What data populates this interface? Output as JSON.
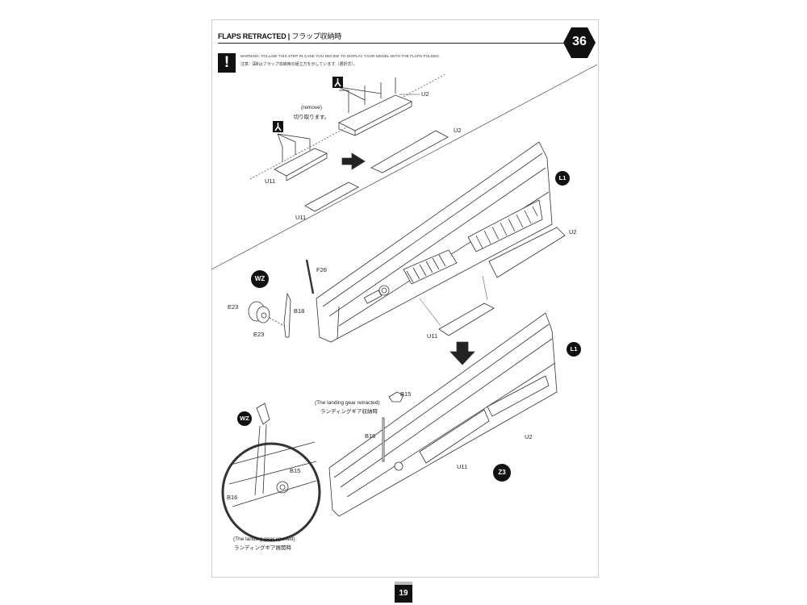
{
  "header": {
    "title_en": "FLAPS RETRACTED |",
    "title_jp": "フラップ収納時"
  },
  "step_number": "36",
  "warning": {
    "mark": "!",
    "text_en": "WARNING: FOLLOW THIS STEP IN CASE YOU DECIDE TO DISPLAY YOUR MODEL WITH THE FLAPS FOLDED.",
    "text_jp": "注意：図Ⅱはフラップ収納時の組立方を示しています（選択式）。"
  },
  "remove_note": {
    "en": "(remove)",
    "jp": "切り取ります。"
  },
  "part_labels": {
    "u2_a": "U2",
    "u2_b": "U2",
    "u11_a": "U11",
    "u11_b": "U11",
    "l1_a": "L1",
    "u2_c": "U2",
    "f26": "F26",
    "wz_a": "WZ",
    "e23_a": "E23",
    "b18": "B18",
    "e23_b": "E23",
    "u11_c": "U11",
    "l1_b": "L1",
    "b15_a": "B15",
    "b16_a": "B16",
    "u2_d": "U2",
    "u11_d": "U11",
    "z3": "Z3",
    "wz_b": "WZ",
    "b15_b": "B15",
    "b16_b": "B16"
  },
  "gear_retracted": {
    "en": "(The landing gear retracted)",
    "jp": "ランディングギア収納時"
  },
  "gear_opened": {
    "en": "(The landing gear opened)",
    "jp": "ランディングギア展開時"
  },
  "page_number": "19",
  "icons": [
    "warning-icon",
    "cut-tool-icon",
    "arrow-icon",
    "step-hexagon-icon"
  ]
}
